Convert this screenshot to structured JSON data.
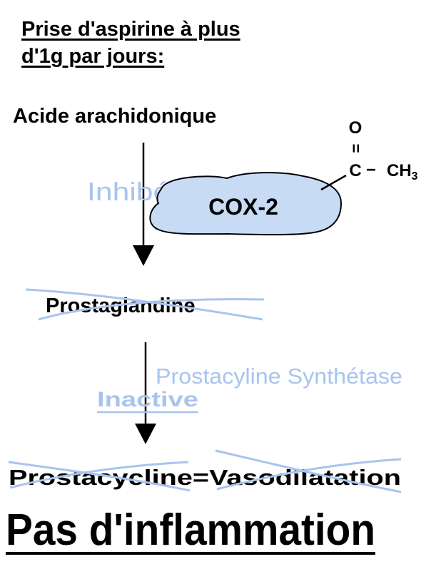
{
  "title": {
    "line1": "Prise d'aspirine à plus",
    "line2": "d'1g par jours:"
  },
  "diagram": {
    "substrate": "Acide arachidonique",
    "enzyme": "COX-2",
    "inhibited_label": "Inhibée",
    "acetyl_group": {
      "oxygen": "O",
      "double_bond": "=",
      "carbon": "C",
      "bond": "−",
      "methyl": "CH",
      "subscript": "3"
    },
    "intermediate": "Prostaglandine",
    "synthase": "Prostacyline Synthétase",
    "inactive_label": "Inactive",
    "product_left": "Prostacycline",
    "product_equals": "=",
    "product_right": "Vasodilatation",
    "conclusion": "Pas d'inflammation"
  },
  "colors": {
    "text": "#000000",
    "enzyme_fill": "#c7dbf5",
    "enzyme_stroke": "#000000",
    "faded_label": "#a8c4ee",
    "strike": "#a8c4ee"
  }
}
